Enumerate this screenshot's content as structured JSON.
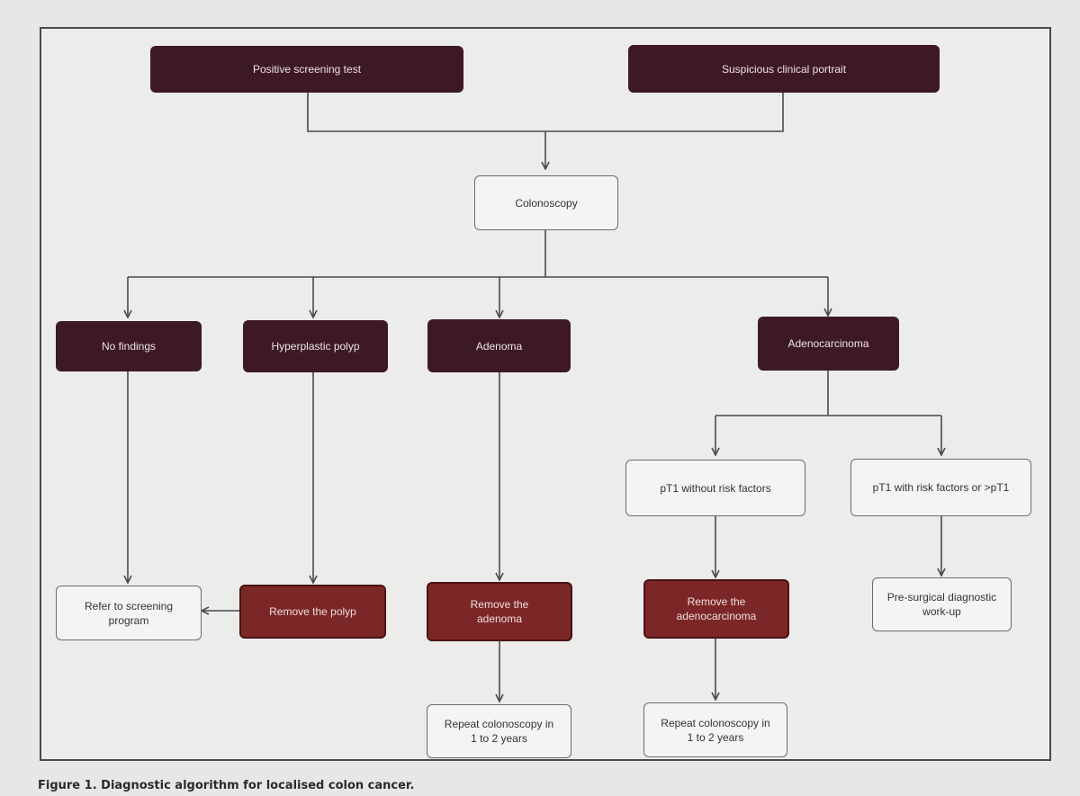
{
  "nodes": {
    "positive_screening": "Positive screening test",
    "suspicious_clinical": "Suspicious clinical portrait",
    "colonoscopy": "Colonoscopy",
    "no_findings": "No findings",
    "hyperplastic_polyp": "Hyperplastic polyp",
    "adenoma": "Adenoma",
    "adenocarcinoma": "Adenocarcinoma",
    "pt1_without": "pT1 without risk factors",
    "pt1_with": "pT1 with risk factors or >pT1",
    "refer_screening": "Refer to screening program",
    "remove_polyp": "Remove the polyp",
    "remove_adenoma": "Remove the adenoma",
    "remove_adenocarcinoma": "Remove the adenocarcinoma",
    "presurgical": "Pre-surgical diagnostic work-up",
    "repeat_1": "Repeat colonoscopy in 1 to 2 years",
    "repeat_2": "Repeat colonoscopy in 1 to 2 years"
  },
  "caption": "Figure 1. Diagnostic algorithm for localised colon cancer.",
  "colors": {
    "dark_node": "#3d1a23",
    "action_node": "#7c2727",
    "outline_node": "#f4f4f2",
    "connector": "#4a4a4a"
  }
}
